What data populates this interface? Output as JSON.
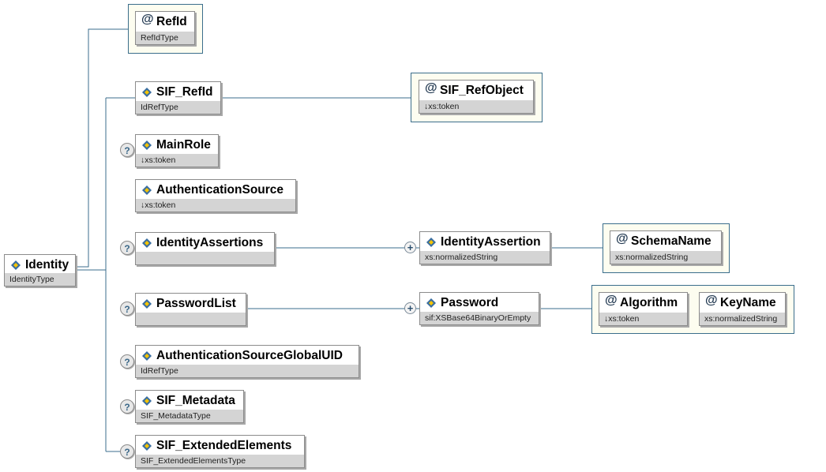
{
  "root": {
    "name": "Identity",
    "type": "IdentityType"
  },
  "attributes": {
    "refid": {
      "name": "RefId",
      "type": "RefIdType"
    }
  },
  "elements": {
    "sif_refid": {
      "name": "SIF_RefId",
      "type": "IdRefType",
      "attribute": {
        "name": "SIF_RefObject",
        "type": "↓xs:token"
      }
    },
    "mainrole": {
      "name": "MainRole",
      "type": "↓xs:token"
    },
    "authsource": {
      "name": "AuthenticationSource",
      "type": "↓xs:token"
    },
    "identityassertions": {
      "name": "IdentityAssertions",
      "type": "",
      "child": {
        "name": "IdentityAssertion",
        "type": "xs:normalizedString",
        "attribute": {
          "name": "SchemaName",
          "type": "xs:normalizedString"
        }
      }
    },
    "passwordlist": {
      "name": "PasswordList",
      "type": "",
      "child": {
        "name": "Password",
        "type": "sif:XSBase64BinaryOrEmpty",
        "attributes": [
          {
            "name": "Algorithm",
            "type": "↓xs:token"
          },
          {
            "name": "KeyName",
            "type": "xs:normalizedString"
          }
        ]
      }
    },
    "authsourceguid": {
      "name": "AuthenticationSourceGlobalUID",
      "type": "IdRefType"
    },
    "sif_metadata": {
      "name": "SIF_Metadata",
      "type": "SIF_MetadataType"
    },
    "sif_extended": {
      "name": "SIF_ExtendedElements",
      "type": "SIF_ExtendedElementsType"
    }
  },
  "icons": {
    "optional": "?",
    "expand": "+",
    "attribute": "@"
  },
  "colors": {
    "connector": "#3b6e8c",
    "type_bar": "#d4d4d4",
    "attribute_group_bg": "#fdfdf0"
  }
}
